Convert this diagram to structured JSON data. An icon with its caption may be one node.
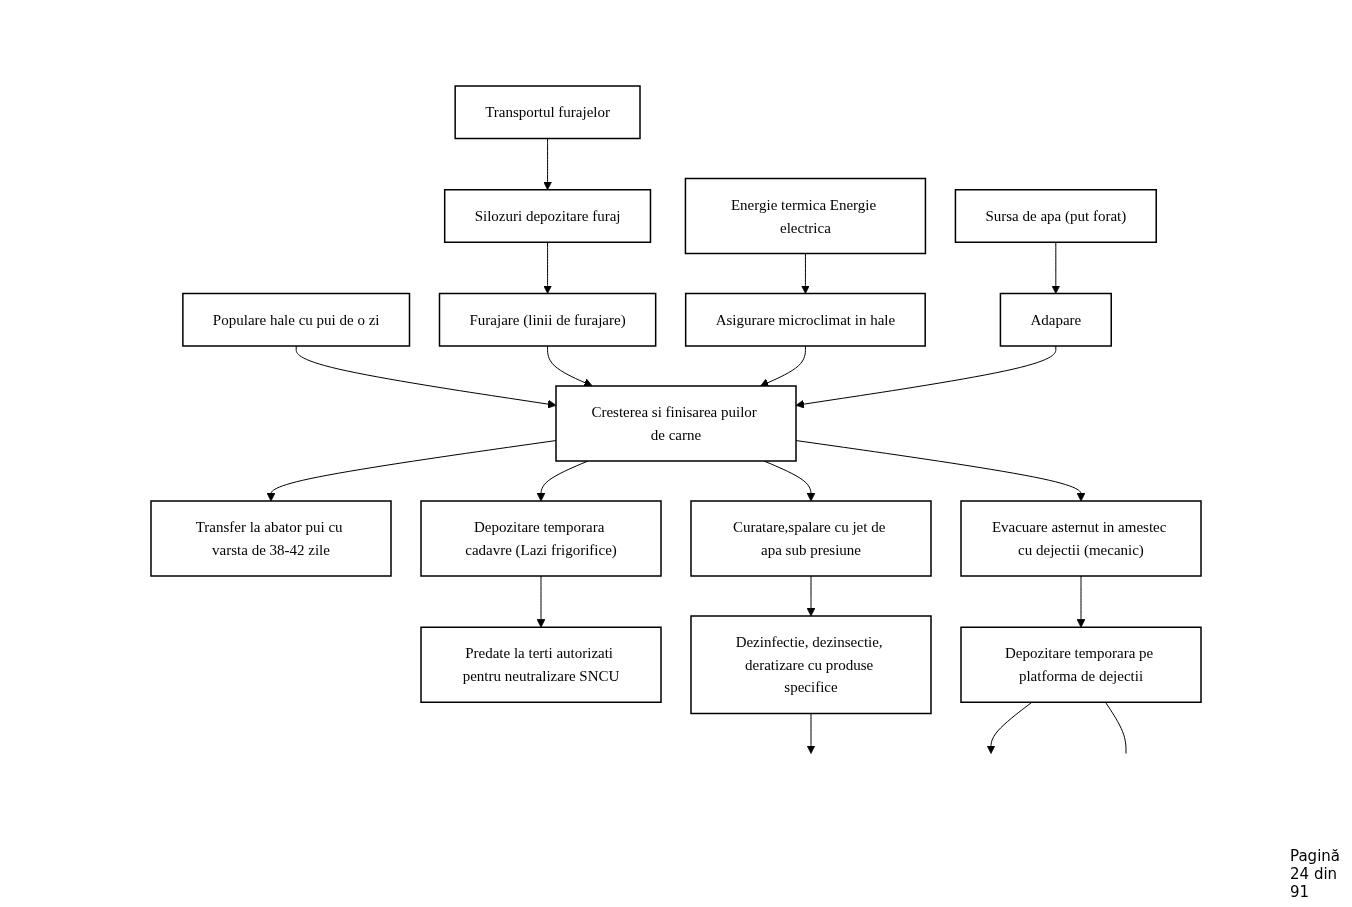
{
  "diagram": {
    "nodes": [
      {
        "text": [
          "Populare hale cu pui de o zi"
        ]
      },
      {
        "text": [
          "Cresterea si finisarea puilor de carne"
        ]
      },
      {
        "text": [
          "Transfer la abator pui cu varsta de 38-42 zile"
        ]
      },
      {
        "text": [
          "Depozitare temporara cadavre (Lazi frigorifice)"
        ]
      },
      {
        "text": [
          "Predate la terti autorizati pentru neutralizare SNCU"
        ]
      },
      {
        "text": [
          "Furajare (linii de furajare)"
        ]
      },
      {
        "text": [
          "Adapare"
        ]
      },
      {
        "text": [
          "Sursa de apa (put forat)"
        ]
      },
      {
        "text": [
          "Silozuri depozitare furaj"
        ]
      },
      {
        "text": [
          "Curatare,spalare cu jet de apa sub presiune"
        ]
      },
      {
        "text": [
          "Evacuare asternut in amestec cu dejectii (mecanic)"
        ]
      },
      {
        "text": [
          "Asigurare microclimat in hale"
        ]
      },
      {
        "text": [
          "Transportul furajelor"
        ]
      },
      {
        "text": [
          "Dezinfectie, dezinsectie, deratizare cu produse specifice"
        ]
      },
      {
        "text": [
          "Depozitare temporara pe platforma de dejectii"
        ]
      },
      {
        "text": [
          "Energie termica Energie electrica"
        ]
      }
    ],
    "edges": [
      {
        "from": 0,
        "to": 1,
        "arrow": "to"
      },
      {
        "from": 1,
        "to": 2,
        "arrow": "to"
      },
      {
        "from": 1,
        "to": 3,
        "arrow": "to"
      },
      {
        "from": 3,
        "to": 4,
        "arrow": "to"
      },
      {
        "from": 5,
        "to": 1,
        "arrow": "to"
      },
      {
        "from": 11,
        "to": 1,
        "arrow": "to"
      },
      {
        "from": 6,
        "to": 1,
        "arrow": "to"
      },
      {
        "from": 7,
        "to": 6,
        "arrow": "to"
      },
      {
        "from": 8,
        "to": 5,
        "arrow": "to"
      },
      {
        "from": 12,
        "to": 8,
        "arrow": "to"
      },
      {
        "from": 1,
        "to": 9,
        "arrow": "to"
      },
      {
        "from": 1,
        "to": 10,
        "arrow": "to"
      },
      {
        "from": 9,
        "to": 13,
        "arrow": "to"
      },
      {
        "from": 10,
        "to": 14,
        "arrow": "to"
      },
      {
        "from": 15,
        "to": 11,
        "arrow": "to"
      },
      {
        "from": 13,
        "to": null,
        "arrow": "to"
      },
      {
        "from": 14,
        "to": null,
        "arrow": "to"
      },
      {
        "from": 14,
        "to": null,
        "arrow": "none"
      }
    ],
    "labels": [
      "Pagină 24 din 91"
    ]
  }
}
